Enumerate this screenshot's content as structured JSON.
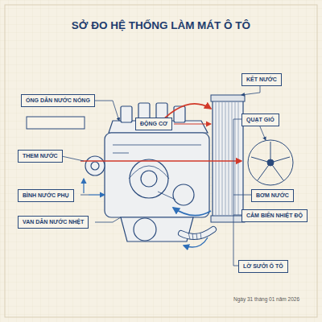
{
  "diagram": {
    "title": "SỞ ĐO HỆ THỐNG LÀM MÁT Ô TÔ",
    "nodes": [
      {
        "text": [
          "ỐNG DẪN NƯỚC NÓNG"
        ]
      },
      {
        "text": [
          "ĐỘNG CƠ"
        ]
      },
      {
        "text": [
          "KẾT NƯỚC"
        ]
      },
      {
        "text": [
          "QUẠT GIÓ"
        ]
      },
      {
        "text": [
          "THEM NƯỚC"
        ]
      },
      {
        "text": [
          "BÌNH NƯỚC PHỤ"
        ]
      },
      {
        "text": [
          "BƠM NƯỚC"
        ]
      },
      {
        "text": [
          "CẢM BIẾN NHIỆT ĐỘ"
        ]
      },
      {
        "text": [
          "VAN DẪN NƯỚC NHỆT"
        ]
      },
      {
        "text": [
          "LỜ SƯỞI Ô TÔ"
        ]
      }
    ],
    "labels": [
      "Ngày 31 tháng 01 năm 2026"
    ]
  }
}
